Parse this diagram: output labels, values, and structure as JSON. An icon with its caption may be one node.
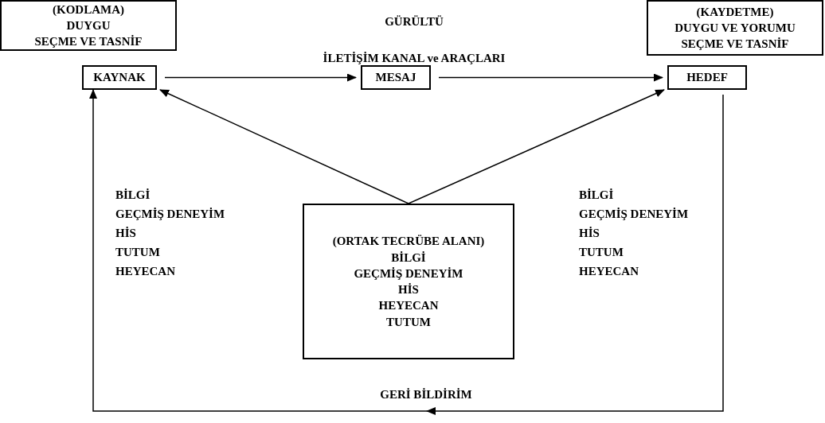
{
  "diagram": {
    "nodes": [
      {
        "text": [
          "(KODLAMA)",
          "DUYGU",
          "SEÇME VE TASNİF"
        ]
      },
      {
        "text": [
          "(KAYDETME)",
          "DUYGU VE YORUMU",
          "SEÇME VE TASNİF"
        ]
      },
      {
        "text": [
          "KAYNAK"
        ]
      },
      {
        "text": [
          "MESAJ"
        ]
      },
      {
        "text": [
          "HEDEF"
        ]
      },
      {
        "text": [
          "(ORTAK TECRÜBE ALANI)",
          "BİLGİ",
          "GEÇMİŞ DENEYİM",
          "HİS",
          "HEYECAN",
          "TUTUM"
        ]
      }
    ],
    "edges": [
      {
        "from": 2,
        "to": 3,
        "arrow": "to"
      },
      {
        "from": 3,
        "to": 4,
        "arrow": "to"
      },
      {
        "from": 5,
        "to": 2,
        "arrow": "to"
      },
      {
        "from": 5,
        "to": 4,
        "arrow": "to"
      },
      {
        "from": 4,
        "to": 2,
        "arrow": "to",
        "label": "GERİ BİLDİRİM"
      }
    ],
    "labels": [
      "GÜRÜLTÜ",
      "İLETİŞİM KANAL ve ARAÇLARI",
      "BİLGİ",
      "GEÇMİŞ DENEYİM",
      "HİS",
      "TUTUM",
      "HEYECAN",
      "BİLGİ",
      "GEÇMİŞ DENEYİM",
      "HİS",
      "TUTUM",
      "HEYECAN"
    ]
  }
}
